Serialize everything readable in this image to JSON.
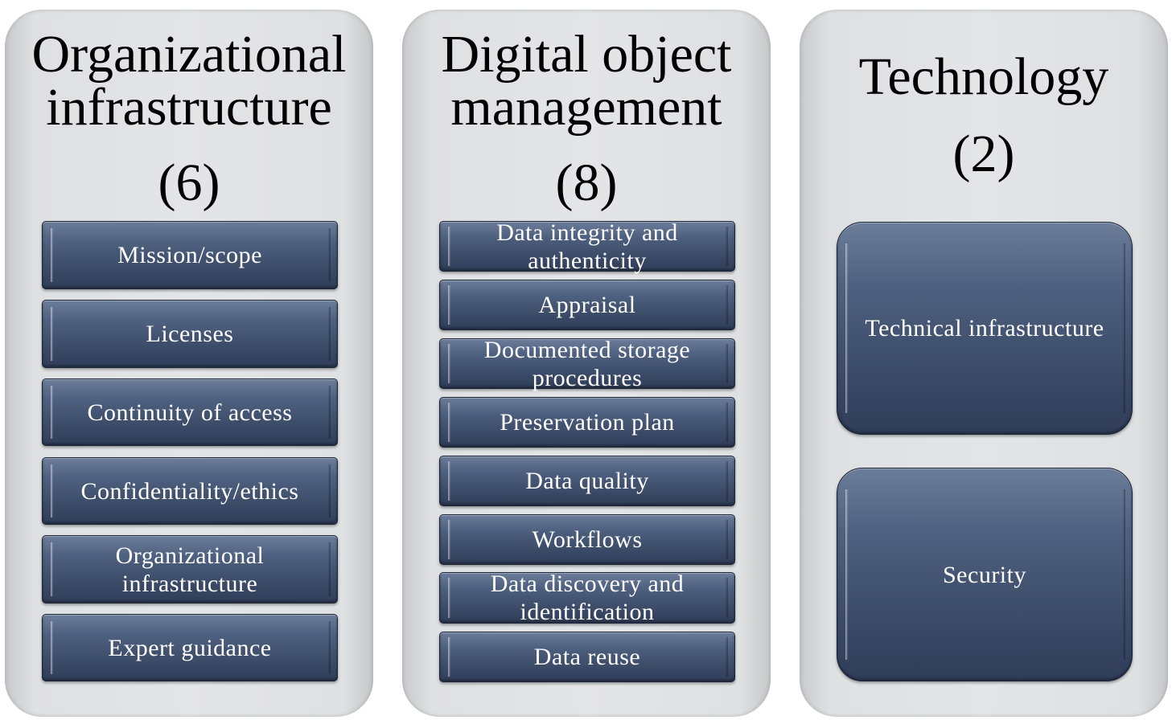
{
  "columns": [
    {
      "title_line1": "Organizational",
      "title_line2": "infrastructure",
      "count": "(6)",
      "items": [
        "Mission/scope",
        "Licenses",
        "Continuity of access",
        "Confidentiality/ethics",
        "Organizational infrastructure",
        "Expert guidance"
      ]
    },
    {
      "title_line1": "Digital object",
      "title_line2": "management",
      "count": "(8)",
      "items": [
        "Data integrity and authenticity",
        "Appraisal",
        "Documented storage procedures",
        "Preservation plan",
        "Data quality",
        "Workflows",
        "Data discovery and identification",
        "Data reuse"
      ]
    },
    {
      "title_line1": "Technology",
      "count": "(2)",
      "items": [
        "Technical infrastructure",
        "Security"
      ]
    }
  ],
  "colors": {
    "panel": "#e2e3e5",
    "box": "#3f4f6b",
    "box_text": "#ffffff",
    "title_text": "#000000"
  }
}
